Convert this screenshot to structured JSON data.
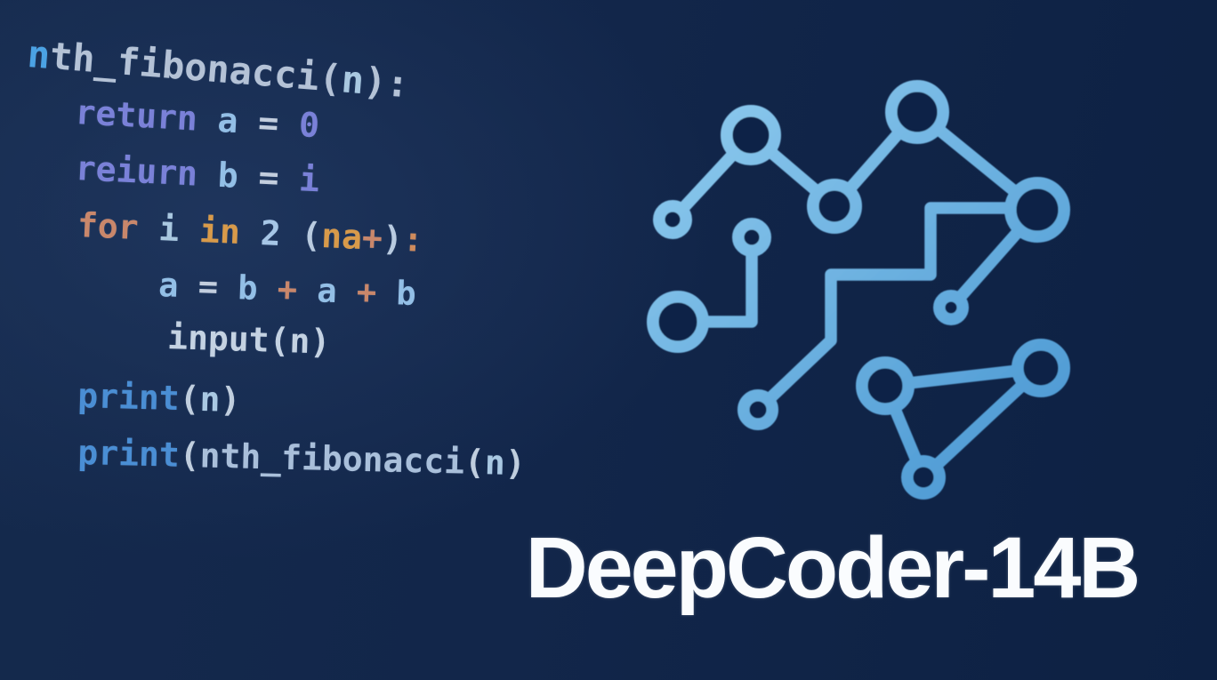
{
  "background": {
    "base": "#12264a",
    "right_edge": "#0d2143",
    "highlight": "#20375f"
  },
  "title": {
    "text": "DeepCoder-14B",
    "color": "#fafcfe"
  },
  "logo": {
    "name": "neural-circuit-logo",
    "gradient": {
      "from": "#8fcbee",
      "to": "#4896d2"
    },
    "stroke_width": 13.5,
    "node_fill": "#0f2446",
    "nodes": [
      [
        844,
        152,
        34
      ],
      [
        756,
        247,
        22
      ],
      [
        938,
        232,
        31
      ],
      [
        1031,
        126,
        36
      ],
      [
        1166,
        236,
        37
      ],
      [
        845,
        267,
        22
      ],
      [
        762,
        362,
        35
      ],
      [
        1069,
        346,
        20
      ],
      [
        852,
        461,
        23
      ],
      [
        995,
        434,
        33
      ],
      [
        1170,
        414,
        33
      ],
      [
        1038,
        537,
        25
      ]
    ],
    "edges": [
      "M756,247 L844,152",
      "M844,152 L938,232",
      "M938,232 L1031,126",
      "M1031,126 L1166,236",
      "M1166,236 L1069,346",
      "M1166,234 L1046,234 L1046,309 L934,309 L934,383 L852,461",
      "M845,267 L845,362 L765,362",
      "M995,434 L1170,414",
      "M995,434 L1038,537",
      "M1038,537 L1170,414"
    ]
  },
  "code": {
    "palette": {
      "pale": "#b4c2d6",
      "bright_blue": "#4ba2e4",
      "purple": "#7a81d8",
      "light_blue": "#93bfe6",
      "salmon": "#c9876b",
      "orange": "#d89a4a",
      "blue": "#4a8ed4",
      "white_blue": "#c4d2e2"
    },
    "lines": [
      {
        "tokens": [
          [
            "n",
            "#4ba2e4"
          ],
          [
            "th_fibonacci(",
            "#b4c2d6"
          ],
          [
            "n",
            "#a9c8e0"
          ],
          [
            "):",
            "#b4c2d6"
          ]
        ]
      },
      {
        "tokens": [
          [
            "return ",
            "#7a81d8"
          ],
          [
            "a ",
            "#93bfe6"
          ],
          [
            "= ",
            "#c3cede"
          ],
          [
            "0",
            "#7a81d8"
          ]
        ]
      },
      {
        "tokens": [
          [
            "reiurn ",
            "#7a81d8"
          ],
          [
            "b ",
            "#93bfe6"
          ],
          [
            "= ",
            "#c3cede"
          ],
          [
            "i",
            "#7a81d8"
          ]
        ]
      },
      {
        "tokens": [
          [
            "for ",
            "#c9876b"
          ],
          [
            "i ",
            "#a9c8e0"
          ],
          [
            "in ",
            "#d89a4a"
          ],
          [
            "2 ",
            "#a6c6e6"
          ],
          [
            "(",
            "#b9cbe0"
          ],
          [
            "na",
            "#d89a4a"
          ],
          [
            "+",
            "#c9876b"
          ],
          [
            ")",
            "#b9cbe0"
          ],
          [
            ":",
            "#cf8b5c"
          ]
        ]
      },
      {
        "tokens": [
          [
            "a ",
            "#93bfe6"
          ],
          [
            "= ",
            "#c3cede"
          ],
          [
            "b ",
            "#93bfe6"
          ],
          [
            "+ ",
            "#c9876b"
          ],
          [
            "a ",
            "#93bfe6"
          ],
          [
            "+ ",
            "#c9876b"
          ],
          [
            "b",
            "#93bfe6"
          ]
        ]
      },
      {
        "tokens": [
          [
            "input(n)",
            "#c4d2e2"
          ]
        ]
      },
      {
        "tokens": [
          [
            "print",
            "#4a8ed4"
          ],
          [
            "(",
            "#c0cede"
          ],
          [
            "n",
            "#a9c8e2"
          ],
          [
            ")",
            "#c0cede"
          ]
        ]
      },
      {
        "tokens": [
          [
            "print",
            "#4a8ed4"
          ],
          [
            "(",
            "#c0cede"
          ],
          [
            "nth_fibonacci",
            "#a9bfda"
          ],
          [
            "(",
            "#c0cede"
          ],
          [
            "n",
            "#a9c8e2"
          ],
          [
            ")",
            "#c0cede"
          ]
        ]
      }
    ]
  }
}
